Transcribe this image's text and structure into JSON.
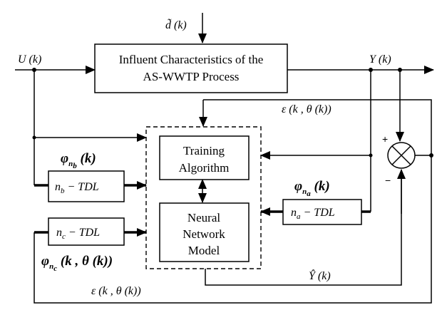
{
  "diagram": {
    "title": "Neural network identification scheme for the AS-WWTP process",
    "blocks": {
      "plant": {
        "line1": "Influent Characteristics of the",
        "line2": "AS-WWTP Process"
      },
      "training": {
        "line1": "Training",
        "line2": "Algorithm"
      },
      "nn": {
        "line1": "Neural",
        "line2": "Network",
        "line3": "Model"
      },
      "tdl_b": {
        "n": "n",
        "sub": "b",
        "rest": " − TDL"
      },
      "tdl_a": {
        "n": "n",
        "sub": "a",
        "rest": " − TDL"
      },
      "tdl_c": {
        "n": "n",
        "sub": "c",
        "rest": " − TDL"
      }
    },
    "signals": {
      "disturbance": "d̃ (k)",
      "input": "U (k)",
      "output": "Y (k)",
      "error_top": "ε (k , θ (k))",
      "error_bottom": "ε (k , θ (k))",
      "estimate": "Ŷ (k)",
      "phi_b": {
        "base": "φ",
        "sub": "n",
        "subsub": "b",
        "arg": " (k)"
      },
      "phi_a": {
        "base": "φ",
        "sub": "n",
        "subsub": "a",
        "arg": " (k)"
      },
      "phi_c": {
        "base": "φ",
        "sub": "n",
        "subsub": "c",
        "arg": " (k , θ (k))"
      }
    },
    "summing_junction": {
      "plus": "+",
      "minus": "−"
    }
  }
}
